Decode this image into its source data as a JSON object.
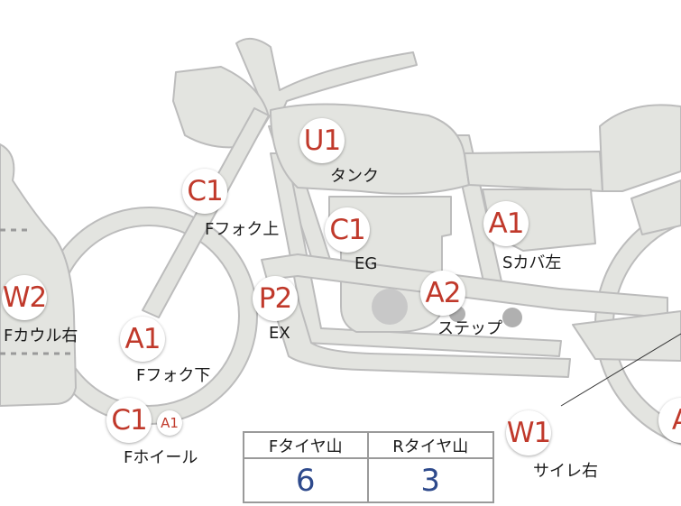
{
  "parts": [
    {
      "id": "tank",
      "code": "U1",
      "label": "タンク"
    },
    {
      "id": "fork-upper",
      "code": "C1",
      "label": "Fフォク上"
    },
    {
      "id": "engine",
      "code": "C1",
      "label": "EG"
    },
    {
      "id": "side-cover-left",
      "code": "A1",
      "label": "Sカバ左"
    },
    {
      "id": "cowl-right",
      "code": "W2",
      "label": "Fカウル右"
    },
    {
      "id": "exhaust",
      "code": "P2",
      "label": "EX"
    },
    {
      "id": "step",
      "code": "A2",
      "label": "ステップ"
    },
    {
      "id": "fork-lower",
      "code": "A1",
      "label": "Fフォク下"
    },
    {
      "id": "front-wheel",
      "code": "C1",
      "code2": "A1",
      "label": "Fホイール"
    },
    {
      "id": "silencer-right",
      "code": "W1",
      "label": "サイレ右"
    },
    {
      "id": "rear-edge",
      "code": "A"
    }
  ],
  "tire_tread": {
    "front_header": "Fタイヤ山",
    "rear_header": "Rタイヤ山",
    "front_value": "6",
    "rear_value": "3"
  },
  "colors": {
    "bike_fill": "#e3e4e0",
    "bike_stroke": "#bcbcbc",
    "code_text": "#c0392b",
    "value_text": "#2e4a8c"
  }
}
